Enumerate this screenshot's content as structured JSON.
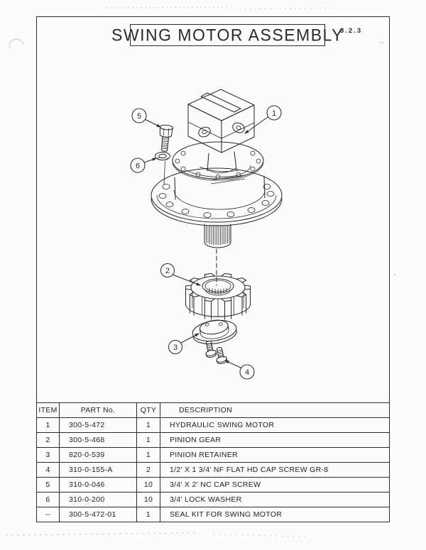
{
  "page": {
    "ref_number": "3.2.3",
    "background": "#fcfcfa",
    "line_color": "#2b2b2b"
  },
  "title": {
    "text": "SWING MOTOR ASSEMBLY"
  },
  "diagram": {
    "description": "exploded-view-of-swing-motor-assembly",
    "callouts": [
      {
        "label": "1"
      },
      {
        "label": "2"
      },
      {
        "label": "3"
      },
      {
        "label": "4"
      },
      {
        "label": "5"
      },
      {
        "label": "6"
      }
    ]
  },
  "parts_table": {
    "headers": [
      "ITEM",
      "PART No.",
      "QTY",
      "DESCRIPTION"
    ],
    "rows": [
      {
        "item": "1",
        "part_no": "300-5-472",
        "qty": "1",
        "description": "HYDRAULIC SWING MOTOR"
      },
      {
        "item": "2",
        "part_no": "300-5-468",
        "qty": "1",
        "description": "PINION GEAR"
      },
      {
        "item": "3",
        "part_no": "820-0-539",
        "qty": "1",
        "description": "PINION RETAINER"
      },
      {
        "item": "4",
        "part_no": "310-0-155-A",
        "qty": "2",
        "description": "1/2' X 1 3/4' NF FLAT HD CAP SCREW GR-8"
      },
      {
        "item": "5",
        "part_no": "310-0-046",
        "qty": "10",
        "description": "3/4' X 2' NC CAP SCREW"
      },
      {
        "item": "6",
        "part_no": "310-0-200",
        "qty": "10",
        "description": "3/4' LOCK WASHER"
      },
      {
        "item": "--",
        "part_no": "300-5-472-01",
        "qty": "1",
        "description": "SEAL KIT FOR SWING MOTOR"
      }
    ]
  }
}
